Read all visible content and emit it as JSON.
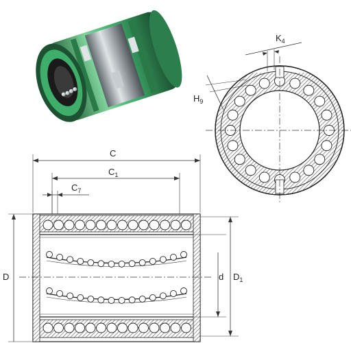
{
  "labels": {
    "c": "C",
    "c1_main": "C",
    "c1_sub": "1",
    "c7_main": "C",
    "c7_sub": "7",
    "k4_main": "K",
    "k4_sub": "4",
    "h9_main": "H",
    "h9_sub": "9",
    "d_outer": "D",
    "d_bore": "d",
    "d1_main": "D",
    "d1_sub": "1"
  },
  "colors": {
    "housing_green": "#3fae6a",
    "housing_dark": "#1d5a34",
    "steel": "#9aa2a8",
    "hatch": "#555555"
  },
  "icons": [
    "bearing-3d-render",
    "cross-section-end-view",
    "cross-section-side-view"
  ]
}
